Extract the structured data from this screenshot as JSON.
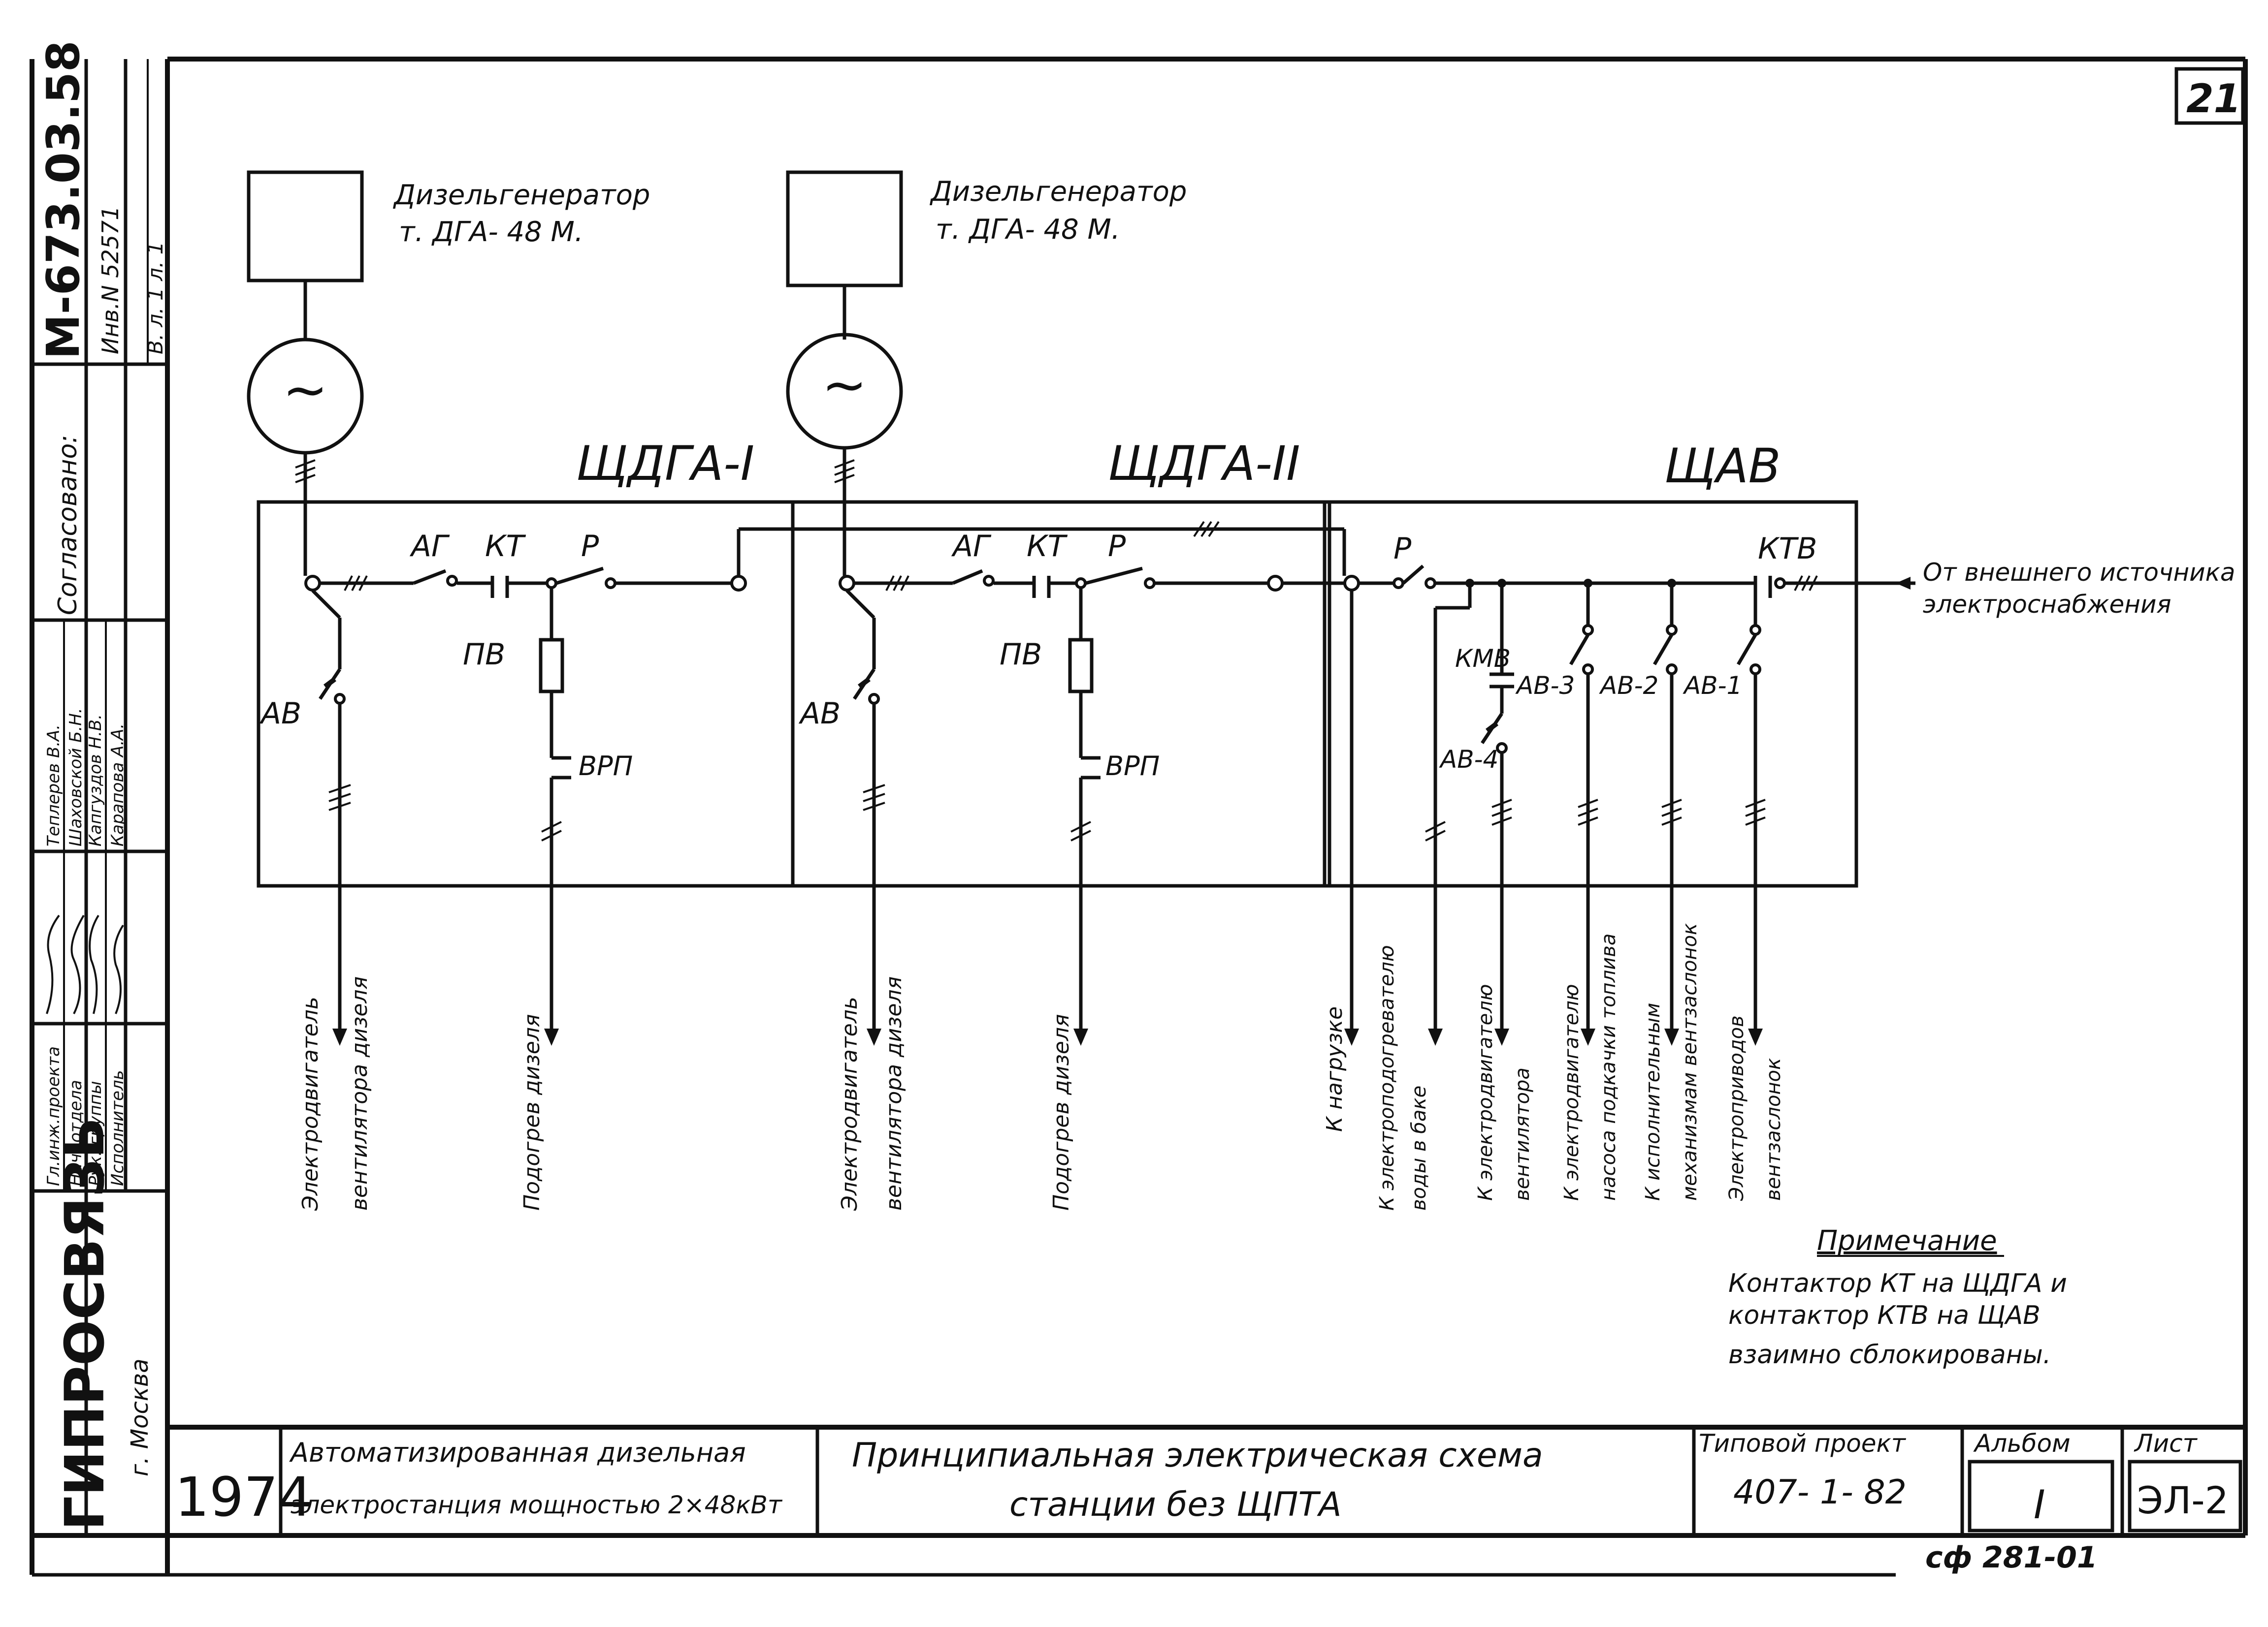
{
  "sheet_number": "21",
  "generators": [
    {
      "label_line1": "Дизельгенератор",
      "label_line2": "т. ДГА- 48 М."
    },
    {
      "label_line1": "Дизельгенератор",
      "label_line2": "т. ДГА- 48 М."
    }
  ],
  "generator_symbol": "~",
  "panels": {
    "p1": "ЩДГА-I",
    "p2": "ЩДГА-II",
    "p3": "ЩАВ"
  },
  "device_labels": {
    "ag": "АГ",
    "kt": "КТ",
    "r": "Р",
    "pv": "ПВ",
    "vrp": "ВРП",
    "av": "АВ",
    "ktv": "КТВ",
    "kmv": "КМВ",
    "av1": "АВ-1",
    "av2": "АВ-2",
    "av3": "АВ-3",
    "av4": "АВ-4"
  },
  "external_source": {
    "line1": "От внешнего источника",
    "line2": "электроснабжения"
  },
  "outputs": {
    "fan1_a": "Электродвигатель",
    "fan1_b": "вентилятора дизеля",
    "heat1": "Подогрев дизеля",
    "fan2_a": "Электродвигатель",
    "fan2_b": "вентилятора дизеля",
    "heat2": "Подогрев дизеля",
    "load": "К нагрузке",
    "tank_a": "К электроподогревателю",
    "tank_b": "воды в баке",
    "vent_a": "К электродвигателю",
    "vent_b": "вентилятора",
    "pump_a": "К электродвигателю",
    "pump_b": "насоса подкачки топлива",
    "mech_a": "К исполнительным",
    "mech_b": "механизмам вентзаслонок",
    "valve_a": "Электроприводов",
    "valve_b": "вентзаслонок"
  },
  "note": {
    "title": "Примечание",
    "line1": "Контактор КТ на ЩДГА и",
    "line2": "контактор КТВ на ЩАВ",
    "line3": "взаимно сблокированы."
  },
  "side_stamp": {
    "doc_number": "М-673.03.58",
    "inv_number": "Инв.N 52571",
    "sheet_ref": "В. л. 1   л. 1",
    "approved": "Согласовано:",
    "roles": [
      "Гл.инж.проекта",
      "Нач. отдела",
      "Рук. группы",
      "Исполнитель"
    ],
    "names": [
      "Теплерев В.А.",
      "Шаховской Б.Н.",
      "Капгуздов Н.В.",
      "Карапова А.А."
    ],
    "org": "ГИПРОСВЯЗЬ",
    "city": "г. Москва"
  },
  "title_block": {
    "year": "1974",
    "object_line1": "Автоматизированная дизельная",
    "object_line2": "электростанция мощностью 2×48кВт",
    "title_line1": "Принципиальная электрическая схема",
    "title_line2": "станции без ЩПТА",
    "project_label": "Типовой проект",
    "project_value": "407- 1- 82",
    "album_label": "Альбом",
    "album_value": "I",
    "sheet_label": "Лист",
    "sheet_value": "ЭЛ-2",
    "footer": "сф 281-01"
  }
}
